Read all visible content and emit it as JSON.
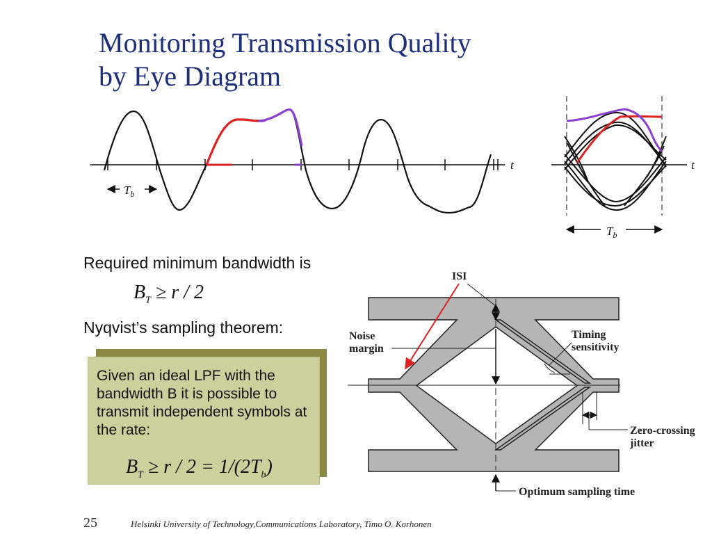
{
  "title": {
    "line1": "Monitoring Transmission Quality",
    "line2": "by Eye Diagram"
  },
  "waveform": {
    "axis_label": "t",
    "period_label": "T",
    "period_sub": "b"
  },
  "eye_small": {
    "axis_label": "t",
    "period_label": "T",
    "period_sub": "b"
  },
  "text": {
    "required_bandwidth": "Required minimum bandwidth is",
    "formula1": "B_T ≥ r / 2",
    "nyquist": "Nyqvist’s sampling theorem:"
  },
  "box": {
    "text": "Given an ideal LPF with the bandwidth B it is possible to transmit independent symbols at the rate:",
    "formula": "B_T ≥ r / 2 = 1/(2T_b)"
  },
  "eye_diagram": {
    "labels": {
      "isi": "ISI",
      "noise_margin_1": "Noise",
      "noise_margin_2": "margin",
      "timing_1": "Timing",
      "timing_2": "sensitivity",
      "zero_crossing_1": "Zero-crossing",
      "zero_crossing_2": "jitter",
      "optimum": "Optimum sampling time"
    }
  },
  "colors": {
    "title": "#1d2e7a",
    "highlight_red": "#dd2222",
    "highlight_purple": "#8a3fd0",
    "box_fill": "#cdd09d",
    "box_shadow": "#8a8a45",
    "band_gray": "#b5b5b5"
  },
  "footer": {
    "page": "25",
    "text": "Helsinki University of Technology,Communications Laboratory, Timo O. Korhonen"
  }
}
